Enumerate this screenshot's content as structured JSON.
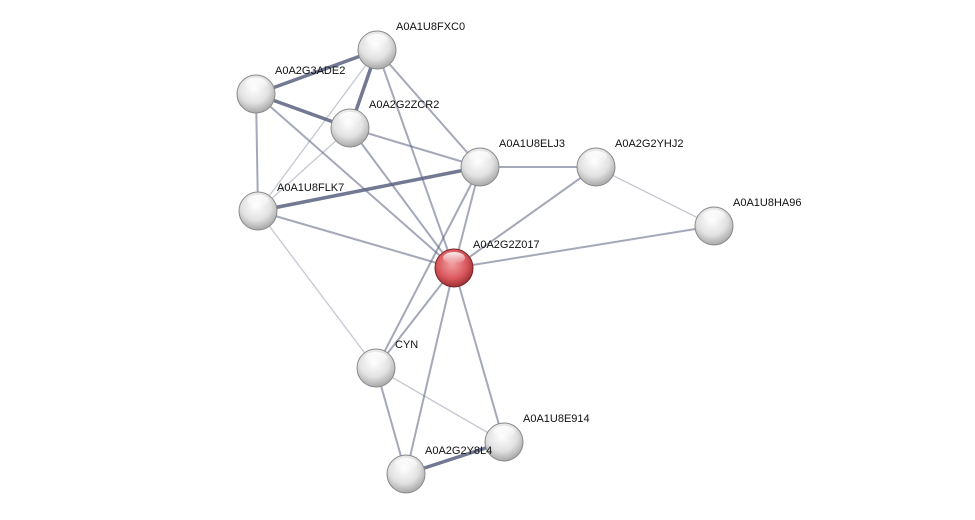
{
  "network": {
    "query_node": "A0A2G2Z017",
    "colors": {
      "query": "#d9575c",
      "node": "#e8e8e8",
      "edge": "#5a6080"
    },
    "nodes": [
      {
        "id": "A0A1U8FXC0"
      },
      {
        "id": "A0A2G3ADE2"
      },
      {
        "id": "A0A2G2ZCR2"
      },
      {
        "id": "A0A1U8ELJ3"
      },
      {
        "id": "A0A2G2YHJ2"
      },
      {
        "id": "A0A1U8HA96"
      },
      {
        "id": "A0A1U8FLK7"
      },
      {
        "id": "A0A2G2Z017"
      },
      {
        "id": "CYN"
      },
      {
        "id": "A0A1U8E914"
      },
      {
        "id": "A0A2G2Y8L4"
      }
    ],
    "edges": [
      {
        "source": "A0A1U8FXC0",
        "target": "A0A2G3ADE2",
        "strength": "high"
      },
      {
        "source": "A0A1U8FXC0",
        "target": "A0A2G2ZCR2",
        "strength": "high"
      },
      {
        "source": "A0A1U8FXC0",
        "target": "A0A1U8ELJ3",
        "strength": "medium"
      },
      {
        "source": "A0A1U8FXC0",
        "target": "A0A2G2Z017",
        "strength": "medium"
      },
      {
        "source": "A0A1U8FXC0",
        "target": "A0A1U8FLK7",
        "strength": "low"
      },
      {
        "source": "A0A2G3ADE2",
        "target": "A0A2G2ZCR2",
        "strength": "high"
      },
      {
        "source": "A0A2G3ADE2",
        "target": "A0A1U8FLK7",
        "strength": "medium"
      },
      {
        "source": "A0A2G3ADE2",
        "target": "A0A2G2Z017",
        "strength": "medium"
      },
      {
        "source": "A0A2G2ZCR2",
        "target": "A0A1U8ELJ3",
        "strength": "medium"
      },
      {
        "source": "A0A2G2ZCR2",
        "target": "A0A2G2Z017",
        "strength": "medium"
      },
      {
        "source": "A0A2G2ZCR2",
        "target": "A0A1U8FLK7",
        "strength": "low"
      },
      {
        "source": "A0A1U8FLK7",
        "target": "A0A1U8ELJ3",
        "strength": "high"
      },
      {
        "source": "A0A1U8FLK7",
        "target": "A0A2G2Z017",
        "strength": "medium"
      },
      {
        "source": "A0A1U8FLK7",
        "target": "CYN",
        "strength": "low"
      },
      {
        "source": "A0A1U8ELJ3",
        "target": "A0A2G2YHJ2",
        "strength": "medium"
      },
      {
        "source": "A0A1U8ELJ3",
        "target": "A0A2G2Z017",
        "strength": "medium"
      },
      {
        "source": "A0A1U8ELJ3",
        "target": "CYN",
        "strength": "medium"
      },
      {
        "source": "A0A2G2YHJ2",
        "target": "A0A2G2Z017",
        "strength": "medium"
      },
      {
        "source": "A0A2G2YHJ2",
        "target": "A0A1U8HA96",
        "strength": "low"
      },
      {
        "source": "A0A1U8HA96",
        "target": "A0A2G2Z017",
        "strength": "medium"
      },
      {
        "source": "A0A2G2Z017",
        "target": "CYN",
        "strength": "medium"
      },
      {
        "source": "A0A2G2Z017",
        "target": "A0A1U8E914",
        "strength": "medium"
      },
      {
        "source": "A0A2G2Z017",
        "target": "A0A2G2Y8L4",
        "strength": "medium"
      },
      {
        "source": "CYN",
        "target": "A0A2G2Y8L4",
        "strength": "medium"
      },
      {
        "source": "CYN",
        "target": "A0A1U8E914",
        "strength": "low"
      },
      {
        "source": "A0A2G2Y8L4",
        "target": "A0A1U8E914",
        "strength": "high"
      }
    ]
  }
}
